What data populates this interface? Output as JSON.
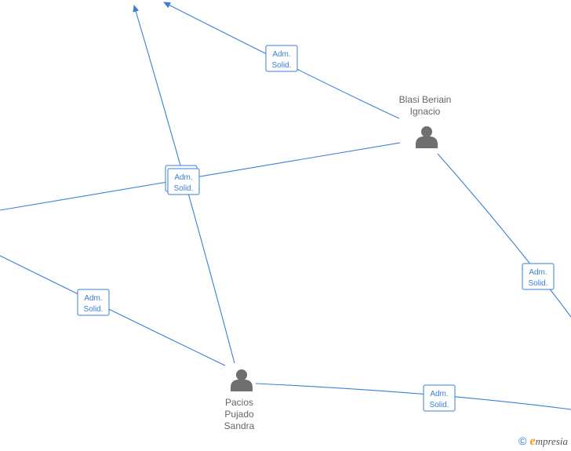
{
  "people": [
    {
      "id": "blasi",
      "lines": [
        "Blasi Beriain",
        "Ignacio"
      ],
      "label_above": true
    },
    {
      "id": "pacios",
      "lines": [
        "Pacios",
        "Pujado",
        "Sandra"
      ],
      "label_above": false
    }
  ],
  "edge_label": [
    "Adm.",
    "Solid."
  ],
  "colors": {
    "edge": "#3a7fd5",
    "person": "#6f6f6f",
    "label": "#666666"
  },
  "footer": {
    "copyright_symbol": "©",
    "brand_initial": "e",
    "brand_rest": "mpresia"
  }
}
